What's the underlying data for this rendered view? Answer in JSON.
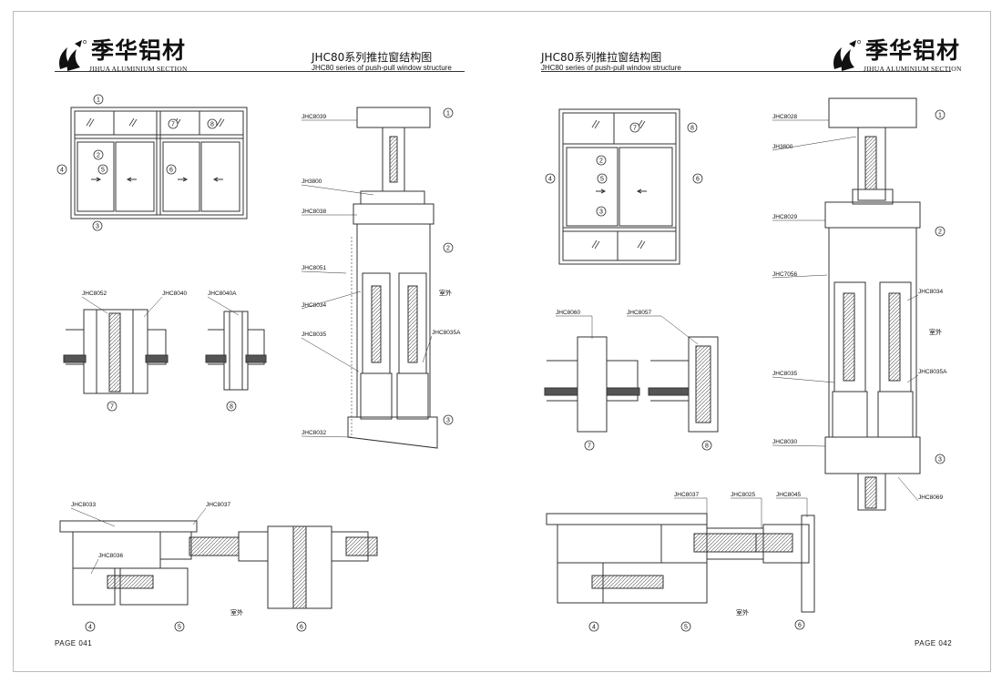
{
  "brand": {
    "name_cn": "季华铝材",
    "name_en": "JIHUA ALUMINIUM SECTION"
  },
  "title": {
    "cn": "JHC80系列推拉窗结构图",
    "en": "JHC80 series of push-pull window structure"
  },
  "pages": {
    "left": {
      "number": "PAGE 041"
    },
    "right": {
      "number": "PAGE 042"
    }
  },
  "markers": [
    "1",
    "2",
    "3",
    "4",
    "5",
    "6",
    "7",
    "8"
  ],
  "outside_label": "室外",
  "left_labels": {
    "vertical": [
      "JHC8039",
      "JH3800",
      "JHC8038",
      "JHC8051",
      "JHC8034",
      "JHC8035",
      "JHC8035A",
      "JHC8032"
    ],
    "mullion": [
      "JHC8052",
      "JHC8040",
      "JHC8040A"
    ],
    "horizontal": [
      "JHC8033",
      "JHC8037",
      "JHC8036"
    ]
  },
  "right_labels": {
    "vertical": [
      "JHC8028",
      "JH3800",
      "JHC8029",
      "JHC7056",
      "JHC8034",
      "JHC8035",
      "JHC8035A",
      "JHC8030",
      "JHC8069"
    ],
    "mullion": [
      "JHC8060",
      "JHC8057"
    ],
    "horizontal": [
      "JHC8037",
      "JHC8025",
      "JHC8045"
    ]
  },
  "colors": {
    "line": "#333333",
    "glass": "#555555"
  }
}
